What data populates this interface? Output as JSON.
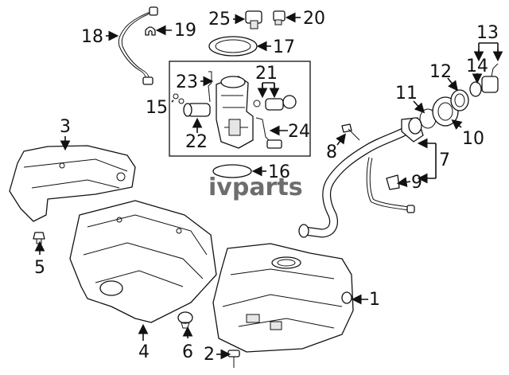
{
  "watermark": "ivparts",
  "callouts": {
    "c1": "1",
    "c2": "2",
    "c3": "3",
    "c4": "4",
    "c5": "5",
    "c6": "6",
    "c7": "7",
    "c8": "8",
    "c9": "9",
    "c10": "10",
    "c11": "11",
    "c12": "12",
    "c13": "13",
    "c14": "14",
    "c15": "15",
    "c16": "16",
    "c17": "17",
    "c18": "18",
    "c19": "19",
    "c20": "20",
    "c21": "21",
    "c22": "22",
    "c23": "23",
    "c24": "24",
    "c25": "25"
  }
}
